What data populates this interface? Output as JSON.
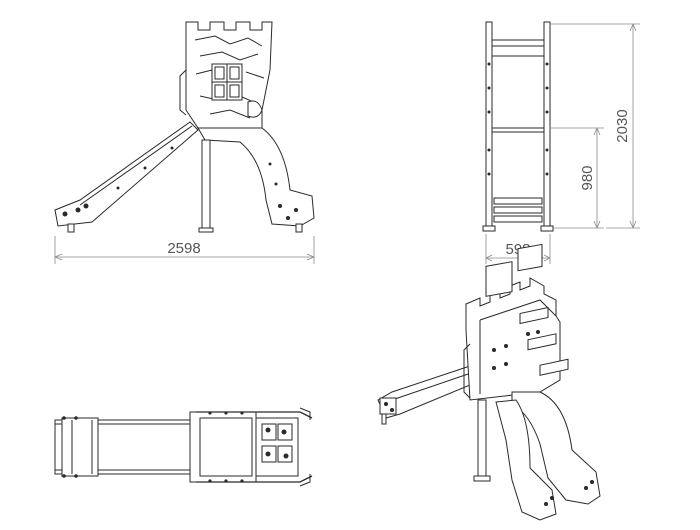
{
  "views": {
    "side": {
      "width_label": "2598"
    },
    "front": {
      "width_label": "598",
      "platform_height_label": "980",
      "total_height_label": "2030"
    }
  }
}
